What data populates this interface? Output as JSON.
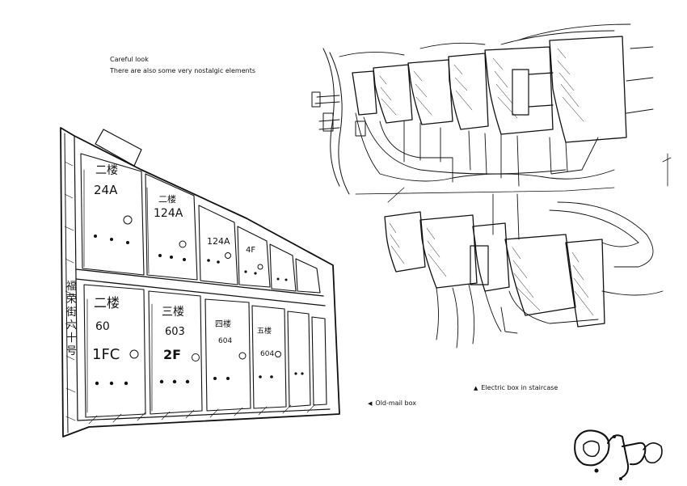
{
  "captions": {
    "careful_look": "Careful look",
    "nostalgic": "There are also some very nostalgic elements",
    "electric_box": "Electric box in staircase",
    "mail_box": "Old-mail box"
  },
  "mailbox": {
    "vertical_label": [
      "福",
      "荣",
      "街",
      "六",
      "十",
      "号"
    ],
    "top_row": [
      "二楼\n24A",
      "二楼\n124A",
      "124A",
      "4F",
      "",
      ""
    ],
    "bottom_row": [
      "二楼\n60\n1FC",
      "三楼\n603\n2F",
      "四楼\n604",
      "五楼\n604",
      "",
      ""
    ]
  },
  "signature": "Qiu"
}
